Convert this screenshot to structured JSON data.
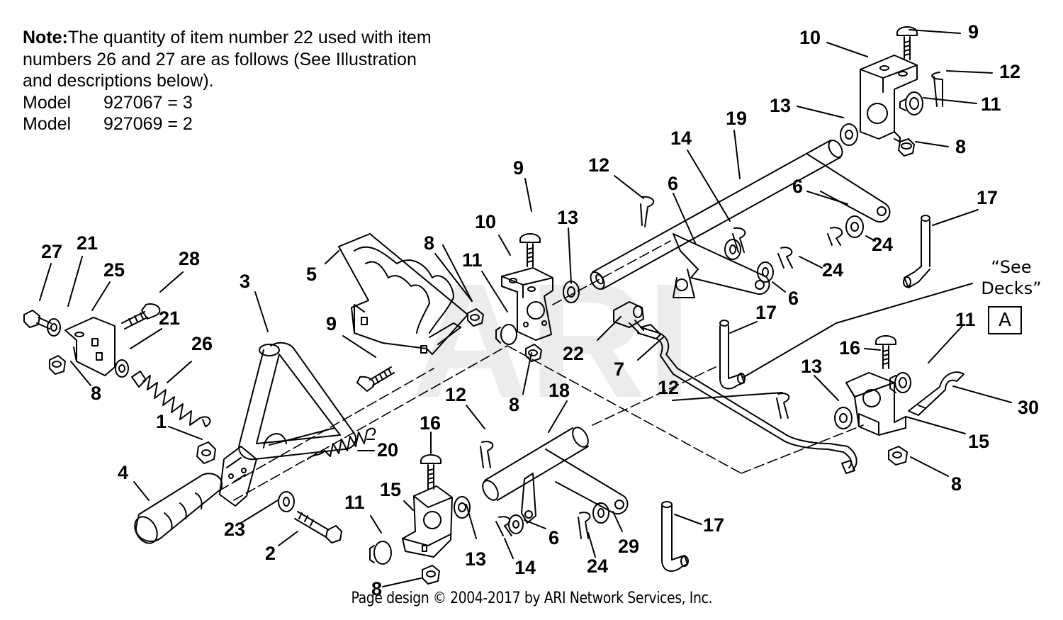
{
  "note": {
    "label": "Note:",
    "text_line1": "The quantity of item number 22 used with item",
    "text_line2": "numbers 26 and 27 are as follows (See Illustration",
    "text_line3": "and descriptions below).",
    "models": [
      {
        "label": "Model",
        "value": "927067 = 3"
      },
      {
        "label": "Model",
        "value": "927069 = 2"
      }
    ]
  },
  "see_decks": {
    "line1": "“See",
    "line2": "Decks”",
    "box_letter": "A"
  },
  "watermark": "ARI",
  "footer": "Page design © 2004-2017 by ARI Network Services, Inc.",
  "callouts": [
    "1",
    "2",
    "3",
    "4",
    "5",
    "6",
    "7",
    "8",
    "9",
    "10",
    "11",
    "12",
    "13",
    "14",
    "15",
    "16",
    "17",
    "18",
    "19",
    "20",
    "21",
    "22",
    "23",
    "24",
    "25",
    "26",
    "27",
    "28",
    "29",
    "30"
  ]
}
